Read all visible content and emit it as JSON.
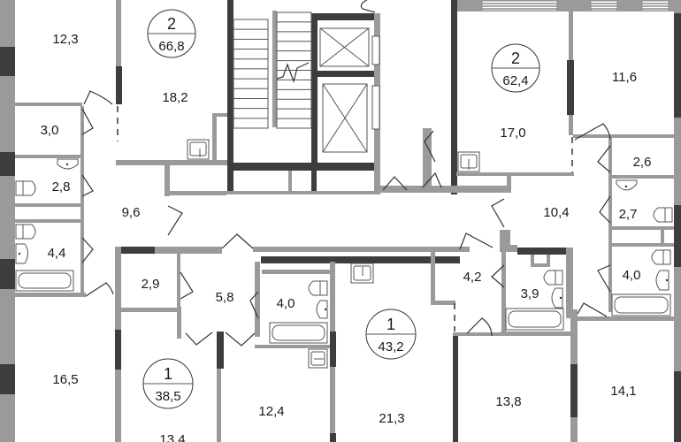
{
  "plan": {
    "title": "Floor plan",
    "colors": {
      "wall_light": "#9a9a9a",
      "wall_dark": "#3d3d3d",
      "background": "#ffffff",
      "text": "#1a1a1a"
    },
    "apartments": [
      {
        "id": "apt-top-left",
        "rooms": "2",
        "area": "66,8"
      },
      {
        "id": "apt-top-right",
        "rooms": "2",
        "area": "62,4"
      },
      {
        "id": "apt-bottom-left",
        "rooms": "1",
        "area": "38,5"
      },
      {
        "id": "apt-bottom-center",
        "rooms": "1",
        "area": "43,2"
      }
    ],
    "rooms": [
      {
        "id": "r-12-3",
        "area": "12,3"
      },
      {
        "id": "r-18-2",
        "area": "18,2"
      },
      {
        "id": "r-3-0",
        "area": "3,0"
      },
      {
        "id": "r-2-8",
        "area": "2,8"
      },
      {
        "id": "r-9-6",
        "area": "9,6"
      },
      {
        "id": "r-4-4",
        "area": "4,4"
      },
      {
        "id": "r-16-5",
        "area": "16,5"
      },
      {
        "id": "r-2-9",
        "area": "2,9"
      },
      {
        "id": "r-5-8",
        "area": "5,8"
      },
      {
        "id": "r-4-0-left",
        "area": "4,0"
      },
      {
        "id": "r-13-4",
        "area": "13,4"
      },
      {
        "id": "r-12-4",
        "area": "12,4"
      },
      {
        "id": "r-21-3",
        "area": "21,3"
      },
      {
        "id": "r-4-2",
        "area": "4,2"
      },
      {
        "id": "r-3-9",
        "area": "3,9"
      },
      {
        "id": "r-13-8",
        "area": "13,8"
      },
      {
        "id": "r-17-0",
        "area": "17,0"
      },
      {
        "id": "r-11-6",
        "area": "11,6"
      },
      {
        "id": "r-2-6",
        "area": "2,6"
      },
      {
        "id": "r-10-4",
        "area": "10,4"
      },
      {
        "id": "r-2-7",
        "area": "2,7"
      },
      {
        "id": "r-4-0-right",
        "area": "4,0"
      },
      {
        "id": "r-14-1",
        "area": "14,1"
      }
    ],
    "icons": {
      "stairs": "stairs-icon",
      "elevator": "elevator-icon",
      "toilet": "toilet-icon",
      "sink": "sink-icon",
      "bathtub": "bathtub-icon",
      "kitchen_sink": "kitchen-sink-icon",
      "window": "window-icon"
    }
  }
}
